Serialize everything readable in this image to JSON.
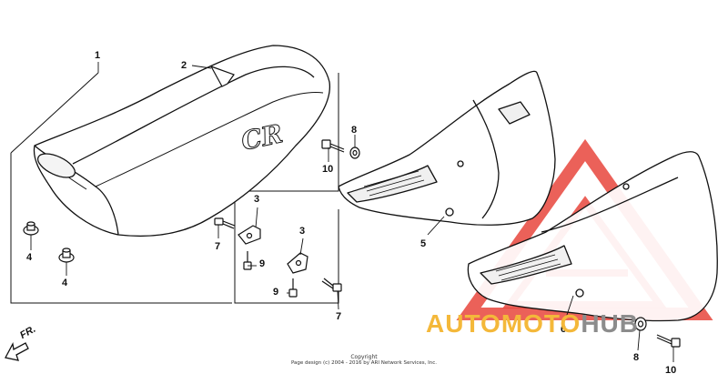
{
  "callouts": {
    "n1": "1",
    "n2": "2",
    "n3a": "3",
    "n3b": "3",
    "n4a": "4",
    "n4b": "4",
    "n5": "5",
    "n6": "6",
    "n7a": "7",
    "n7b": "7",
    "n8a": "8",
    "n8b": "8",
    "n9a": "9",
    "n9b": "9",
    "n10a": "10",
    "n10b": "10"
  },
  "direction_label": "FR.",
  "copyright": {
    "line1": "Copyright",
    "line2": "Page design (c) 2004 - 2016 by ARI Network Services, Inc."
  },
  "watermark": {
    "part1": "AUTOMOTO",
    "part2": "HUB"
  },
  "colors": {
    "line": "#111111",
    "watermark_red": "#e8453c",
    "watermark_orange": "#f4b83a",
    "watermark_gray": "#8c8c8c"
  }
}
